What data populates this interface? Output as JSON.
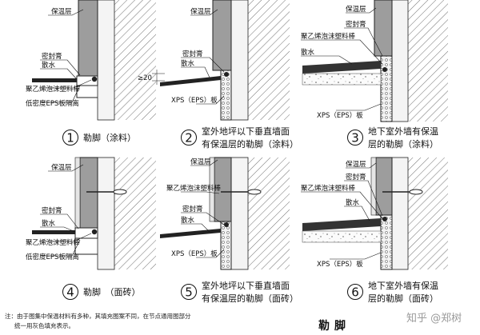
{
  "panels": [
    {
      "number": "1",
      "caption": [
        "勒脚（涂料）"
      ],
      "labels": {
        "insulation": "保温层",
        "sealant": "密封膏",
        "apron": "散水",
        "pe_rod": "聚乙烯泡沫塑料棒",
        "eps_board": "低密度EPS板隔离"
      }
    },
    {
      "number": "2",
      "caption": [
        "室外地坪以下垂直墙面",
        "有保温层的勒脚（涂料）"
      ],
      "labels": {
        "insulation": "保温层",
        "sealant": "密封膏",
        "apron": "散水",
        "dim": "≥20",
        "xps": "XPS（EPS）板"
      }
    },
    {
      "number": "3",
      "caption": [
        "地下室外墙有保温",
        "层的勒脚（涂料）"
      ],
      "labels": {
        "insulation": "保温层",
        "sealant": "密封膏",
        "pe_rod": "聚乙烯泡沫塑料棒",
        "apron": "散水",
        "xps": "XPS（EPS）板"
      }
    },
    {
      "number": "4",
      "caption": [
        "勒脚　（面砖）"
      ],
      "labels": {
        "insulation": "保温层",
        "sealant": "密封膏",
        "apron": "散水",
        "pe_rod": "聚乙烯泡沫塑料棒",
        "eps_board": "低密度EPS板隔离"
      }
    },
    {
      "number": "5",
      "caption": [
        "室外地坪以下垂直墙面",
        "有保温层的勒脚（面砖）"
      ],
      "labels": {
        "insulation": "保温层",
        "pe_rod": "聚乙烯泡沫塑料棒",
        "sealant": "密封膏",
        "apron": "散水",
        "xps": "XPS（EPS）板"
      }
    },
    {
      "number": "6",
      "caption": [
        "地下室外墙有保温",
        "层的勒脚（面砖）"
      ],
      "labels": {
        "insulation": "保温层",
        "sealant": "密封膏",
        "pe_rod": "聚乙烯泡沫塑料棒",
        "apron": "散水",
        "xps": "XPS（EPS）板"
      }
    }
  ],
  "footnote": [
    "注：由于图集中保温材料有多种，其填充图案不同，在节点通用图部分",
    "统一用灰色填充表示。"
  ],
  "title": "勒脚",
  "watermark": "知乎 @郑树"
}
